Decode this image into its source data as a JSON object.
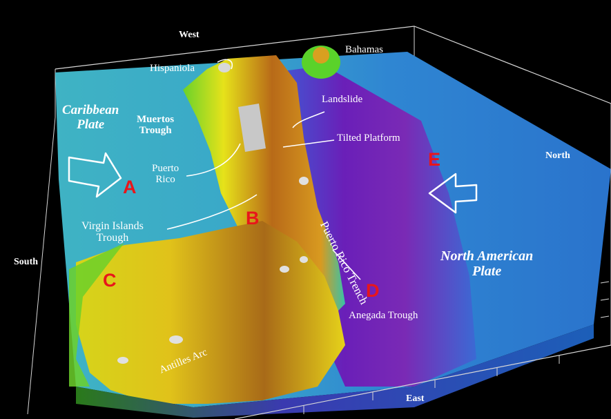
{
  "directions": {
    "west": "West",
    "north": "North",
    "south": "South",
    "east": "East"
  },
  "plates": {
    "caribbean": [
      "Caribbean",
      "Plate"
    ],
    "north_american": [
      "North American",
      "Plate"
    ]
  },
  "features": {
    "hispaniola": "Hispaniola",
    "bahamas": "Bahamas",
    "landslide": "Landslide",
    "tilted_platform": "Tilted Platform",
    "muertos_trough": [
      "Muertos",
      "Trough"
    ],
    "puerto_rico": [
      "Puerto",
      "Rico"
    ],
    "virgin_islands_trough": [
      "Virgin Islands",
      "Trough"
    ],
    "puerto_rico_trench": "Puerto Rico Trench",
    "anegada_trough": "Anegada Trough",
    "antilles_arc": "Antilles Arc"
  },
  "markers": [
    "A",
    "B",
    "C",
    "D",
    "E"
  ],
  "colors": {
    "marker": "#e8161b",
    "deep_sea": "#6a1fb8",
    "ocean_floor": "#2f7fd6",
    "shelf": "#3ab8c9",
    "lowland": "#e6e21a",
    "highland": "#b86a18",
    "summit": "#d0d0d0"
  }
}
